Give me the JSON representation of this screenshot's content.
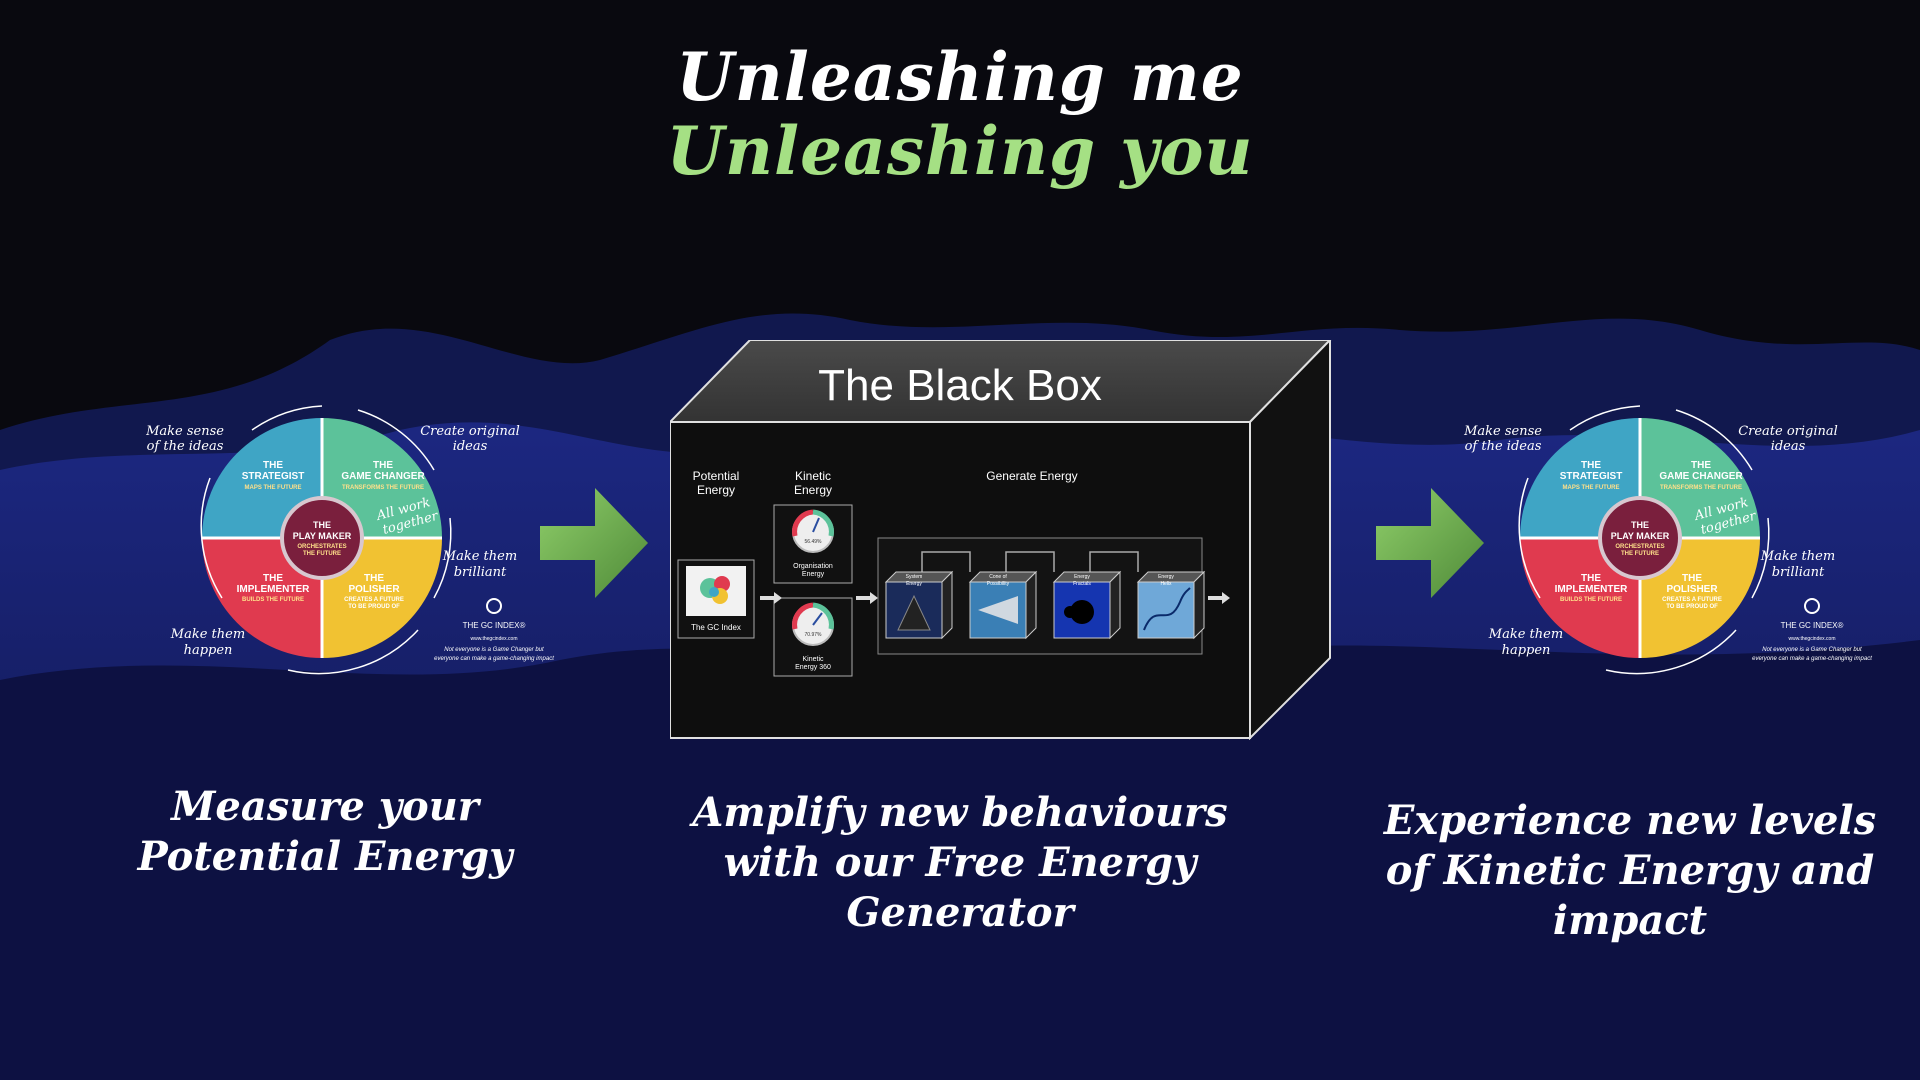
{
  "title": {
    "line1": "Unleashing me",
    "line2": "Unleashing you"
  },
  "colors": {
    "accent_green": "#a5e084",
    "arrow_green": "#6aa84f",
    "strategist": "#3fa5c5",
    "game_changer": "#5cc29a",
    "implementer": "#e03a4f",
    "polisher": "#f1c232",
    "play_maker": "#7a1f3d"
  },
  "wheel": {
    "strategist": {
      "name1": "THE",
      "name2": "STRATEGIST",
      "sub": "MAPS THE FUTURE"
    },
    "game_changer": {
      "name1": "THE",
      "name2": "GAME CHANGER",
      "sub": "TRANSFORMS THE FUTURE"
    },
    "implementer": {
      "name1": "THE",
      "name2": "IMPLEMENTER",
      "sub": "BUILDS THE FUTURE"
    },
    "polisher": {
      "name1": "THE",
      "name2": "POLISHER",
      "sub1": "CREATES A FUTURE",
      "sub2": "TO BE PROUD OF"
    },
    "play_maker": {
      "name1": "THE",
      "name2": "PLAY MAKER",
      "sub1": "ORCHESTRATES",
      "sub2": "THE FUTURE"
    },
    "all_work1": "All work",
    "all_work2": "together",
    "make_sense1": "Make sense",
    "make_sense2": "of the ideas",
    "create_original1": "Create original",
    "create_original2": "ideas",
    "make_brilliant1": "Make them",
    "make_brilliant2": "brilliant",
    "make_happen1": "Make them",
    "make_happen2": "happen",
    "brand": "THE GC INDEX®",
    "url": "www.thegcindex.com",
    "tagline1": "Not everyone is a Game Changer but",
    "tagline2": "everyone can make a game-changing impact"
  },
  "blackbox": {
    "title": "The Black Box",
    "potential_label1": "Potential",
    "potential_label2": "Energy",
    "kinetic_label1": "Kinetic",
    "kinetic_label2": "Energy",
    "generate_label": "Generate Energy",
    "gc_index_label": "The GC Index",
    "org_energy_label1": "Organisation",
    "org_energy_label2": "Energy",
    "org_energy_value": "56.49%",
    "org_energy_level": 0.5649,
    "kinetic360_label1": "Kinetic",
    "kinetic360_label2": "Energy 360",
    "kinetic360_value": "70.97%",
    "kinetic360_level": 0.7097,
    "cube1": [
      "System",
      "Energy"
    ],
    "cube2": [
      "Cone of",
      "Possibility"
    ],
    "cube3": [
      "Energy",
      "Fractals"
    ],
    "cube4": [
      "Energy",
      "Helix"
    ]
  },
  "captions": {
    "left": [
      "Measure your",
      "Potential Energy"
    ],
    "center": [
      "Amplify new behaviours",
      "with our Free Energy",
      "Generator"
    ],
    "right": [
      "Experience new levels",
      "of Kinetic Energy and",
      "impact"
    ]
  }
}
